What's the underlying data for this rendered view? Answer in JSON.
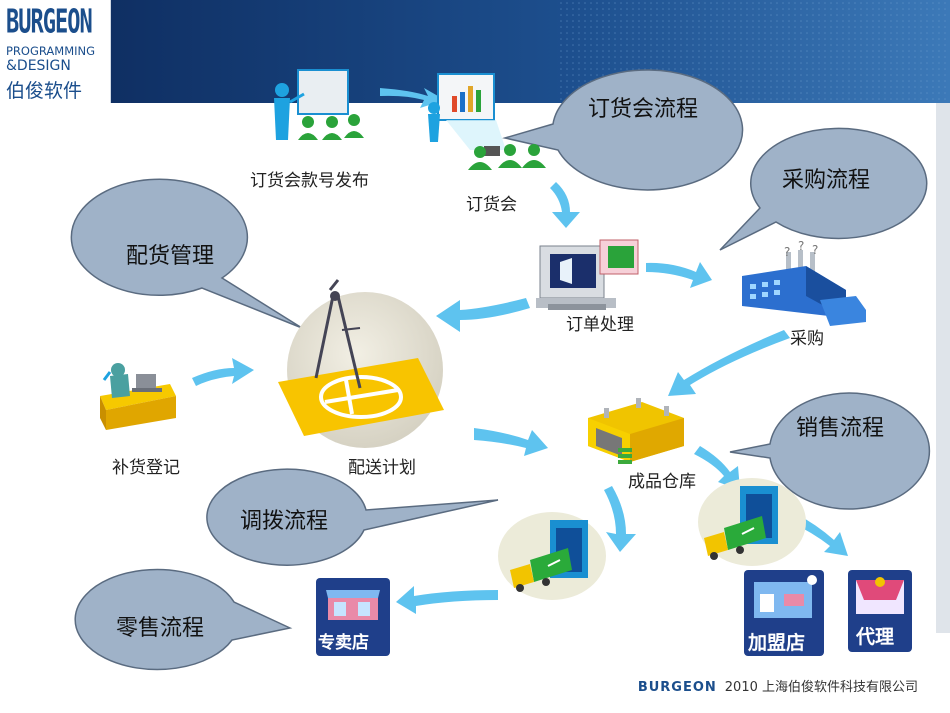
{
  "logo": {
    "brand_top": "BURGEON",
    "line2": "PROGRAMMING",
    "line3": "&DESIGN",
    "line4": "伯俊软件"
  },
  "nodes": {
    "style_release": "订货会款号发布",
    "ordering_fair": "订货会",
    "order_processing": "订单处理",
    "purchasing": "采购",
    "distribution_plan": "配送计划",
    "replenishment": "补货登记",
    "finished_warehouse": "成品仓库",
    "franchise_store": "加盟店",
    "agent": "代理",
    "direct_store": "专卖店"
  },
  "callouts": {
    "ordering_flow": "订货会流程",
    "purchasing_flow": "采购流程",
    "allocation_mgmt": "配货管理",
    "sales_flow": "销售流程",
    "transfer_flow": "调拨流程",
    "retail_flow": "零售流程"
  },
  "footer": {
    "brand": "BURGEON",
    "text": "2010 上海伯俊软件科技有限公司"
  },
  "colors": {
    "header_blue": "#1a3f7a",
    "arrow_blue": "#5ec3ef",
    "bubble_fill": "#9fb2c8",
    "bubble_stroke": "#5a6b80"
  }
}
